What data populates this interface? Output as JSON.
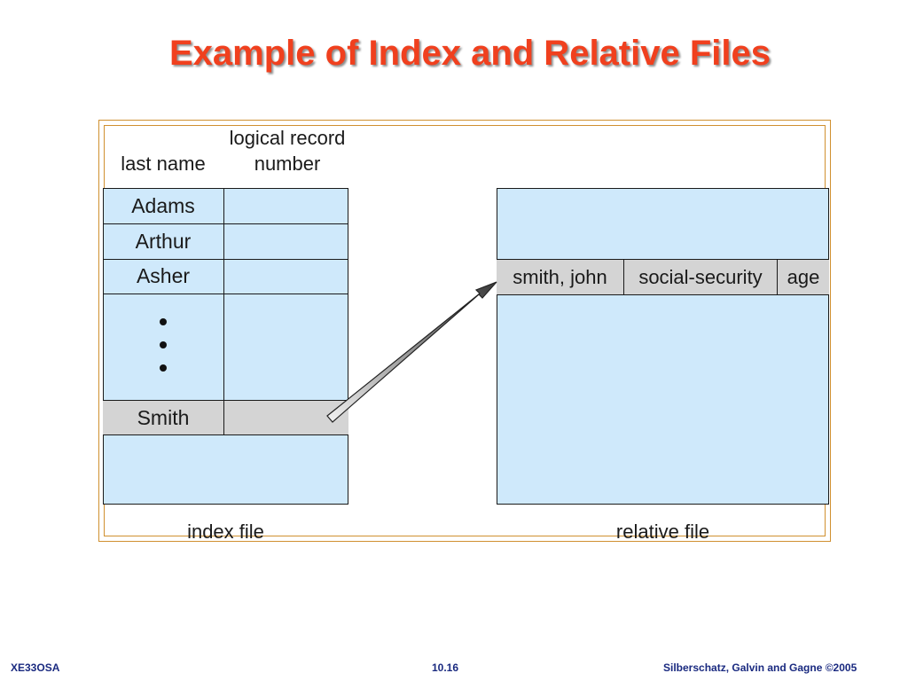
{
  "slide": {
    "title": "Example of Index and Relative Files"
  },
  "index_file": {
    "header_last_name": "last name",
    "header_record_line1": "logical record",
    "header_record_line2": "number",
    "rows": [
      "Adams",
      "Arthur",
      "Asher",
      "Smith"
    ],
    "caption": "index file"
  },
  "relative_file": {
    "record_fields": [
      "smith, john",
      "social-security",
      "age"
    ],
    "caption": "relative file"
  },
  "footer": {
    "left": "XE33OSA",
    "center": "10.16",
    "right": "Silberschatz, Galvin and Gagne ©2005"
  },
  "colors": {
    "title": "#f0401e",
    "table_fill": "#cfe9fb",
    "highlight_row": "#d4d4d4",
    "frame_border": "#d09030",
    "footer_text": "#1a2a80"
  },
  "icons": [
    "ellipsis-dots",
    "pointer-arrow"
  ]
}
